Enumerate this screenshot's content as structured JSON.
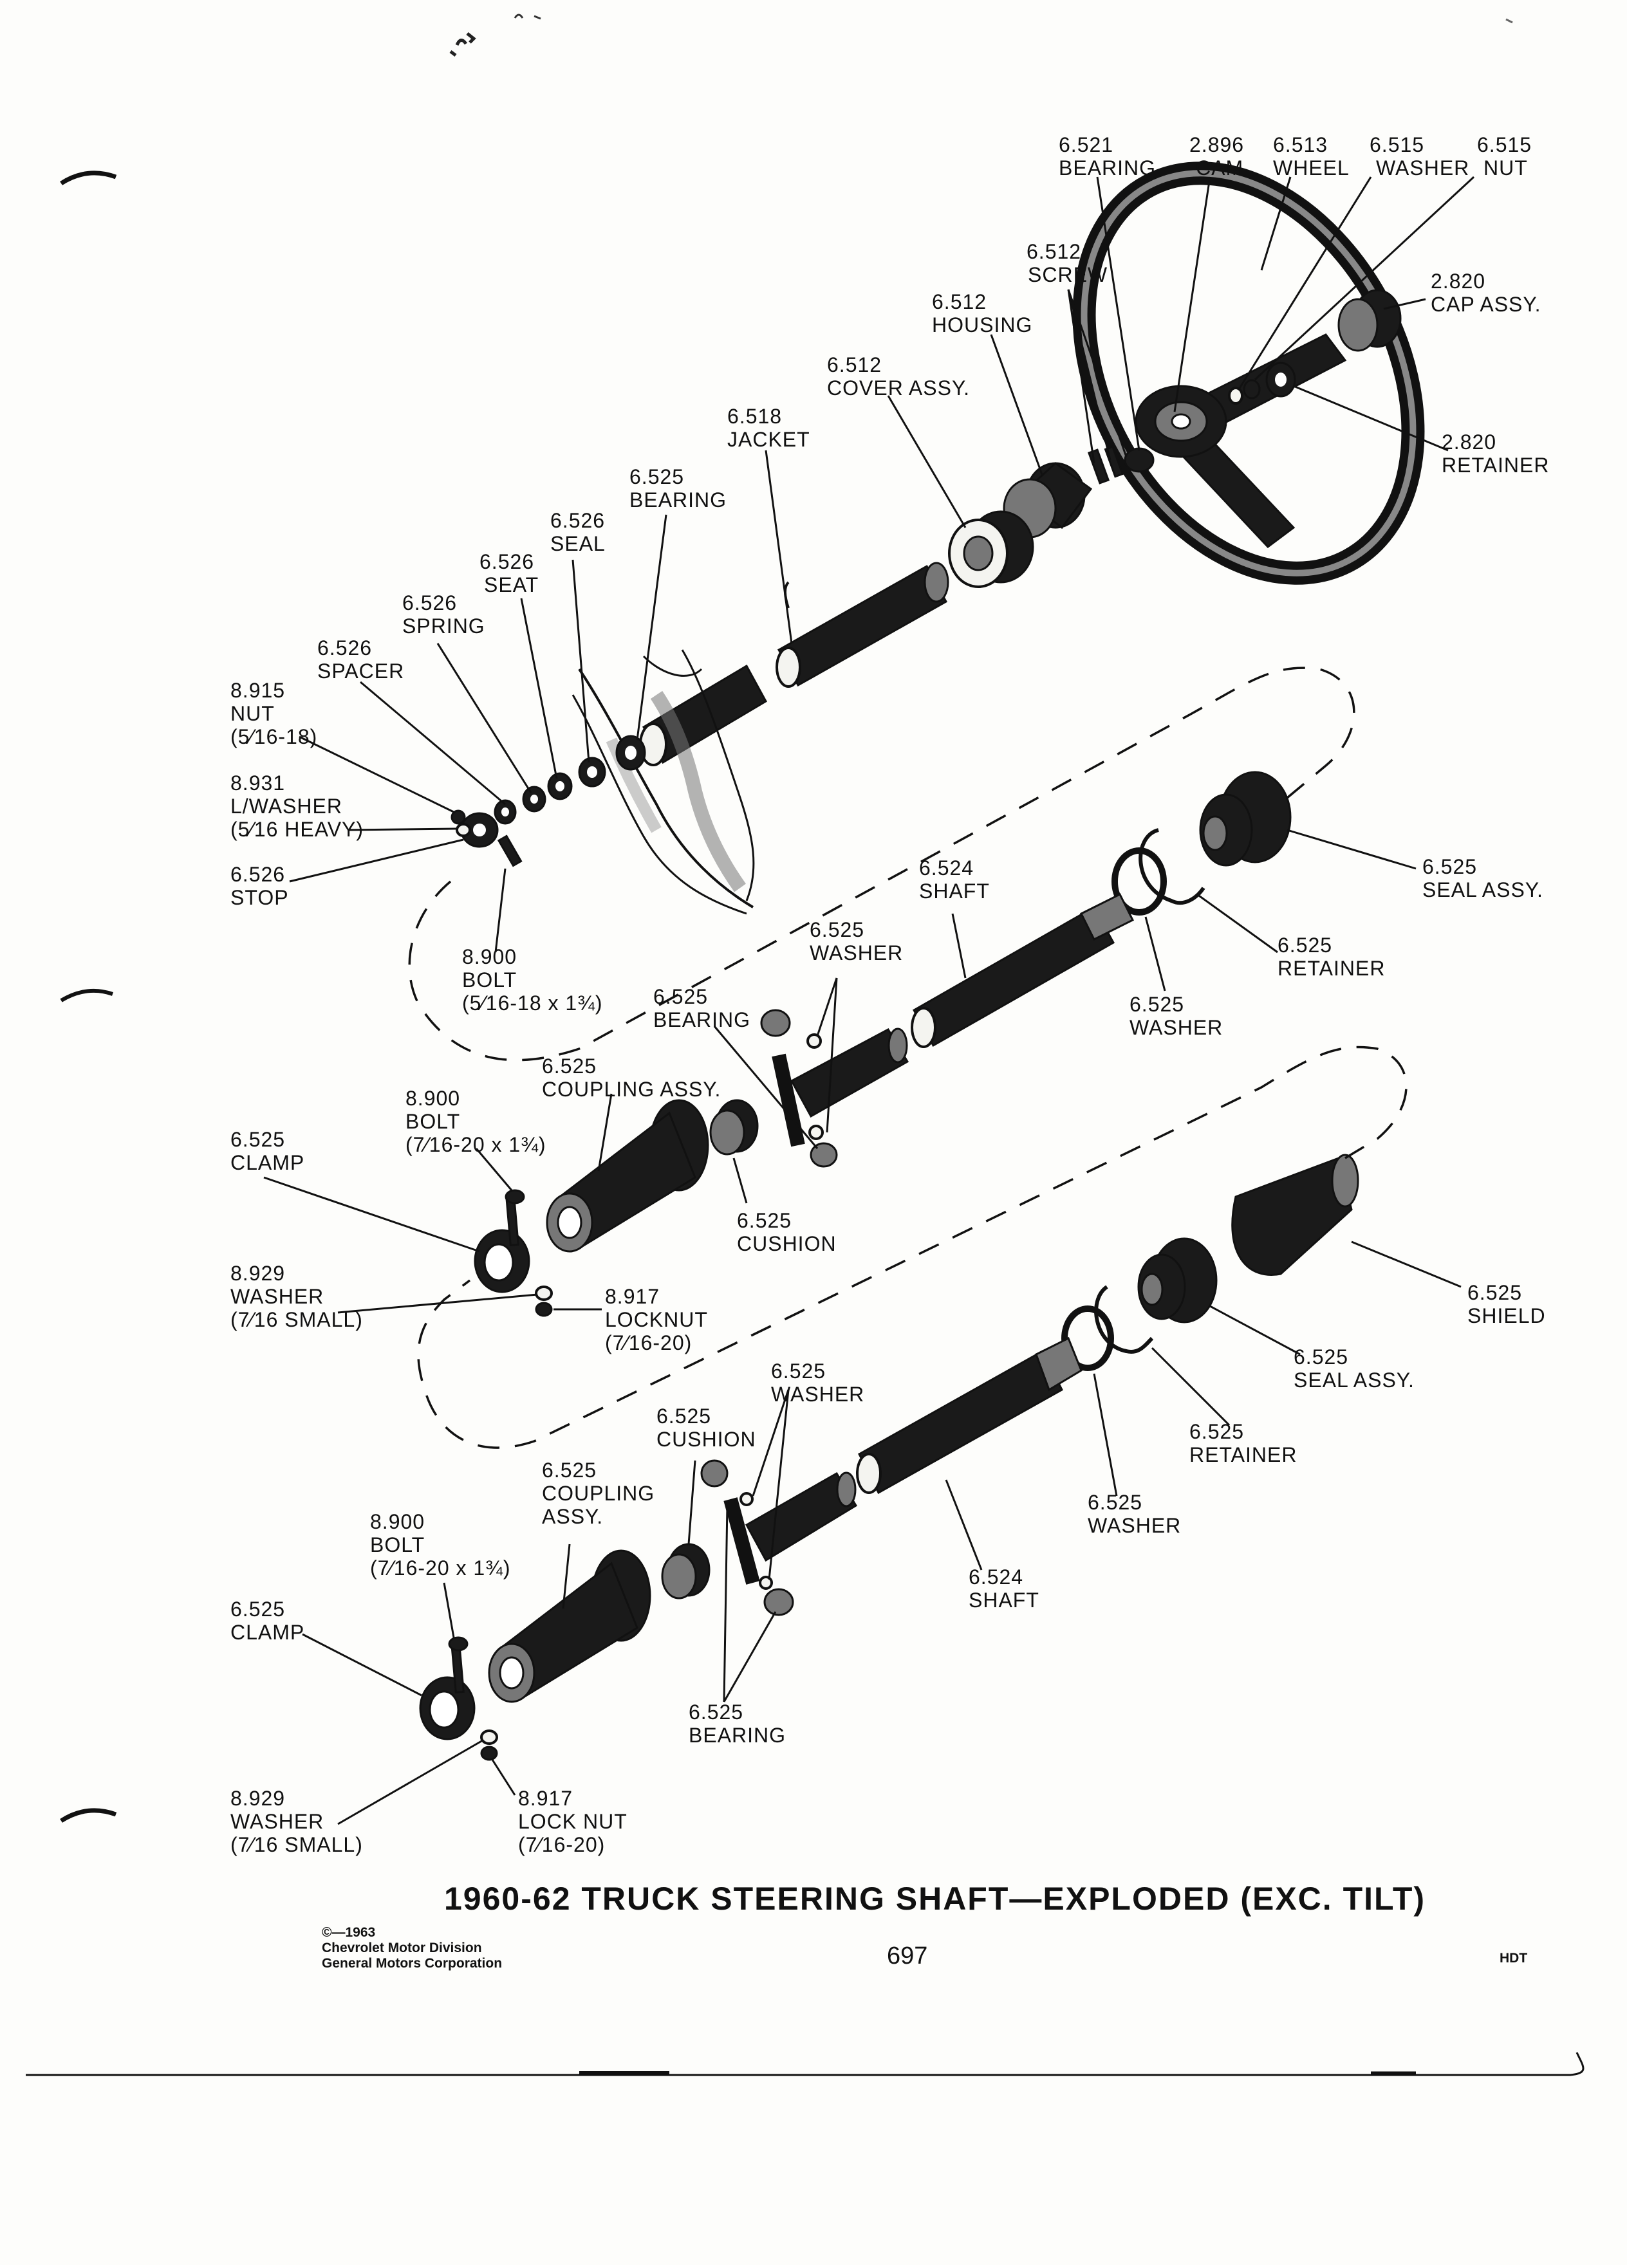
{
  "title": "1960-62 TRUCK STEERING SHAFT—EXPLODED (EXC. TILT)",
  "page_number": "697",
  "section_code": "HDT",
  "credit": {
    "line1": "©—1963",
    "line2": "Chevrolet Motor Division",
    "line3": "General Motors Corporation"
  },
  "labels": {
    "bearing_6521": [
      "6.521",
      "BEARING"
    ],
    "cam_2896": [
      "2.896",
      "CAM"
    ],
    "wheel_6513": [
      "6.513",
      "WHEEL"
    ],
    "washer_6515": [
      "6.515",
      "WASHER"
    ],
    "nut_6515": [
      "6.515",
      "NUT"
    ],
    "screw_6512": [
      "6.512",
      "SCREW"
    ],
    "cap_2820": [
      "2.820",
      "CAP ASSY."
    ],
    "housing_6512": [
      "6.512",
      "HOUSING"
    ],
    "cover_6512": [
      "6.512",
      "COVER ASSY."
    ],
    "retainer_2820": [
      "2.820",
      "RETAINER"
    ],
    "jacket_6518": [
      "6.518",
      "JACKET"
    ],
    "bearing_6525_top": [
      "6.525",
      "BEARING"
    ],
    "seal_6526": [
      "6.526",
      "SEAL"
    ],
    "seat_6526": [
      "6.526",
      "SEAT"
    ],
    "spring_6526": [
      "6.526",
      "SPRING"
    ],
    "spacer_6526": [
      "6.526",
      "SPACER"
    ],
    "nut_8915": [
      "8.915",
      "NUT",
      "(5⁄16-18)"
    ],
    "lwasher_8931": [
      "8.931",
      "L/WASHER",
      "(5⁄16 HEAVY)"
    ],
    "stop_6526": [
      "6.526",
      "STOP"
    ],
    "bolt_8900_a": [
      "8.900",
      "BOLT",
      "(5⁄16-18 x 1¾)"
    ],
    "shaft_6524_a": [
      "6.524",
      "SHAFT"
    ],
    "seal_assy_6525_a": [
      "6.525",
      "SEAL ASSY."
    ],
    "washer_6525_a": [
      "6.525",
      "WASHER"
    ],
    "retainer_6525_a": [
      "6.525",
      "RETAINER"
    ],
    "bearing_6525_a": [
      "6.525",
      "BEARING"
    ],
    "washer_6525_b": [
      "6.525",
      "WASHER"
    ],
    "coupling_6525_a": [
      "6.525",
      "COUPLING ASSY."
    ],
    "bolt_8900_b": [
      "8.900",
      "BOLT",
      "(7⁄16-20 x 1¾)"
    ],
    "clamp_6525_a": [
      "6.525",
      "CLAMP"
    ],
    "cushion_6525_a": [
      "6.525",
      "CUSHION"
    ],
    "washer_8929_a": [
      "8.929",
      "WASHER",
      "(7⁄16 SMALL)"
    ],
    "locknut_8917_a": [
      "8.917",
      "LOCKNUT",
      "(7⁄16-20)"
    ],
    "shield_6525": [
      "6.525",
      "SHIELD"
    ],
    "seal_assy_6525_b": [
      "6.525",
      "SEAL ASSY."
    ],
    "washer_6525_c": [
      "6.525",
      "WASHER"
    ],
    "retainer_6525_b": [
      "6.525",
      "RETAINER"
    ],
    "cushion_6525_b": [
      "6.525",
      "CUSHION"
    ],
    "coupling_6525_b": [
      "6.525",
      "COUPLING",
      "ASSY."
    ],
    "washer_6525_d": [
      "6.525",
      "WASHER"
    ],
    "bolt_8900_c": [
      "8.900",
      "BOLT",
      "(7⁄16-20 x 1¾)"
    ],
    "shaft_6524_b": [
      "6.524",
      "SHAFT"
    ],
    "clamp_6525_b": [
      "6.525",
      "CLAMP"
    ],
    "bearing_6525_b": [
      "6.525",
      "BEARING"
    ],
    "washer_8929_b": [
      "8.929",
      "WASHER",
      "(7⁄16 SMALL)"
    ],
    "locknut_8917_b": [
      "8.917",
      "LOCK NUT",
      "(7⁄16-20)"
    ]
  }
}
